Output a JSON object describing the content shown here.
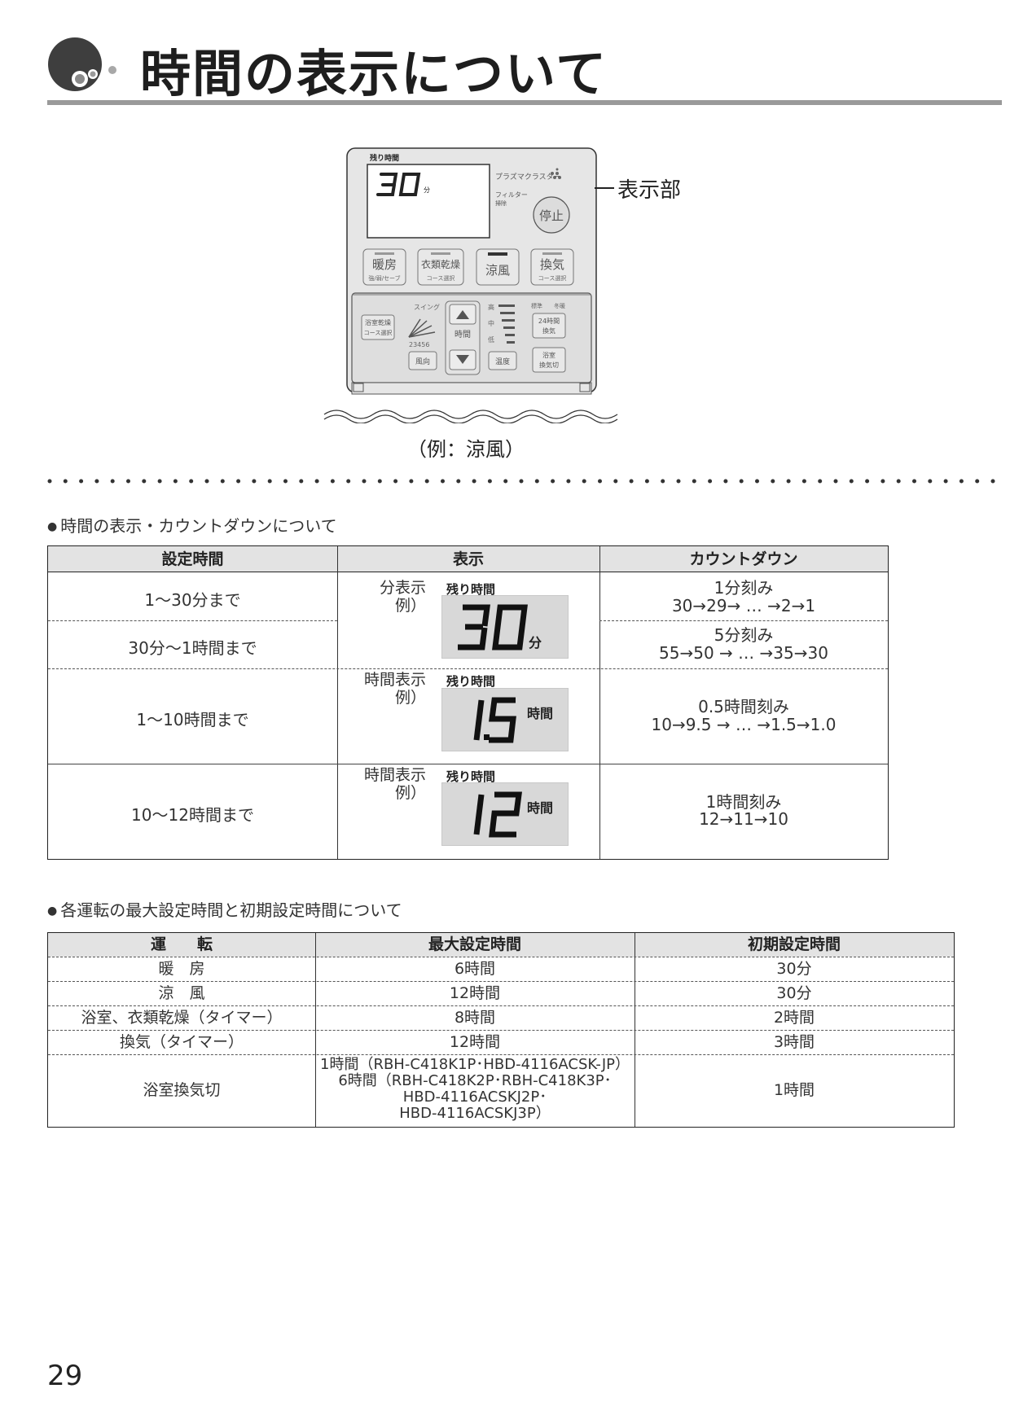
{
  "header": {
    "title": "時間の表示について"
  },
  "illustration": {
    "lcd_label": "残り時間",
    "lcd_unit": "分",
    "brand_text": "プラズマクラスター",
    "filter_text": "フィルター",
    "filter_sub": "掃除",
    "stop_button": "停止",
    "buttons": [
      {
        "label": "暖房",
        "sub": "強/弱/セーブ"
      },
      {
        "label": "衣類乾燥",
        "sub": "コース選択"
      },
      {
        "label": "涼風",
        "sub": ""
      },
      {
        "label": "換気",
        "sub": "コース選択"
      }
    ],
    "lower_panel": {
      "bath_dry": "浴室乾燥",
      "bath_dry_sub": "コース選択",
      "swing": "スイング",
      "swing_numbers": "23456",
      "wind_dir": "風向",
      "time": "時間",
      "fan_high": "高",
      "fan_mid": "中",
      "fan_low": "低",
      "temp": "温度",
      "std": "標準",
      "winter": "冬暖",
      "h24": "24時間",
      "h24_sub": "換気",
      "bath_vent": "浴室",
      "bath_vent_sub": "換気切"
    },
    "callout": "表示部",
    "caption": "（例：涼風）"
  },
  "section1": {
    "heading": "時間の表示・カウントダウンについて",
    "headers": [
      "設定時間",
      "表示",
      "カウントダウン"
    ],
    "rows": [
      {
        "setting": "1〜30分まで",
        "countdown": [
          "1分刻み",
          "30→29→ … →2→1"
        ]
      },
      {
        "setting": "30分〜1時間まで",
        "countdown": [
          "5分刻み",
          "55→50 → … →35→30"
        ]
      },
      {
        "setting": "1〜10時間まで",
        "countdown": [
          "0.5時間刻み",
          "10→9.5 → … →1.5→1.0"
        ]
      },
      {
        "setting": "10〜12時間まで",
        "countdown": [
          "1時間刻み",
          "12→11→10"
        ]
      }
    ],
    "displays": [
      {
        "line1": "分表示",
        "line2": "例）",
        "label": "残り時間",
        "value": "30",
        "unit": "分"
      },
      {
        "line1": "時間表示",
        "line2": "例）",
        "label": "残り時間",
        "value": "1.5",
        "unit": "時間"
      },
      {
        "line1": "時間表示",
        "line2": "例）",
        "label": "残り時間",
        "value": "12",
        "unit": "時間"
      }
    ]
  },
  "section2": {
    "heading": "各運転の最大設定時間と初期設定時間について",
    "headers": [
      "運　　転",
      "最大設定時間",
      "初期設定時間"
    ],
    "rows": [
      {
        "mode": "暖　房",
        "max": "6時間",
        "initial": "30分"
      },
      {
        "mode": "涼　風",
        "max": "12時間",
        "initial": "30分"
      },
      {
        "mode": "浴室、衣類乾燥（タイマー）",
        "max": "8時間",
        "initial": "2時間"
      },
      {
        "mode": "換気（タイマー）",
        "max": "12時間",
        "initial": "3時間"
      },
      {
        "mode": "浴室換気切",
        "max_lines": [
          "1時間（RBH-C418K1P･HBD-4116ACSK-JP）",
          "6時間（RBH-C418K2P･RBH-C418K3P･",
          "HBD-4116ACSKJ2P･",
          "HBD-4116ACSKJ3P）"
        ],
        "initial": "1時間"
      }
    ]
  },
  "page_number": "29"
}
